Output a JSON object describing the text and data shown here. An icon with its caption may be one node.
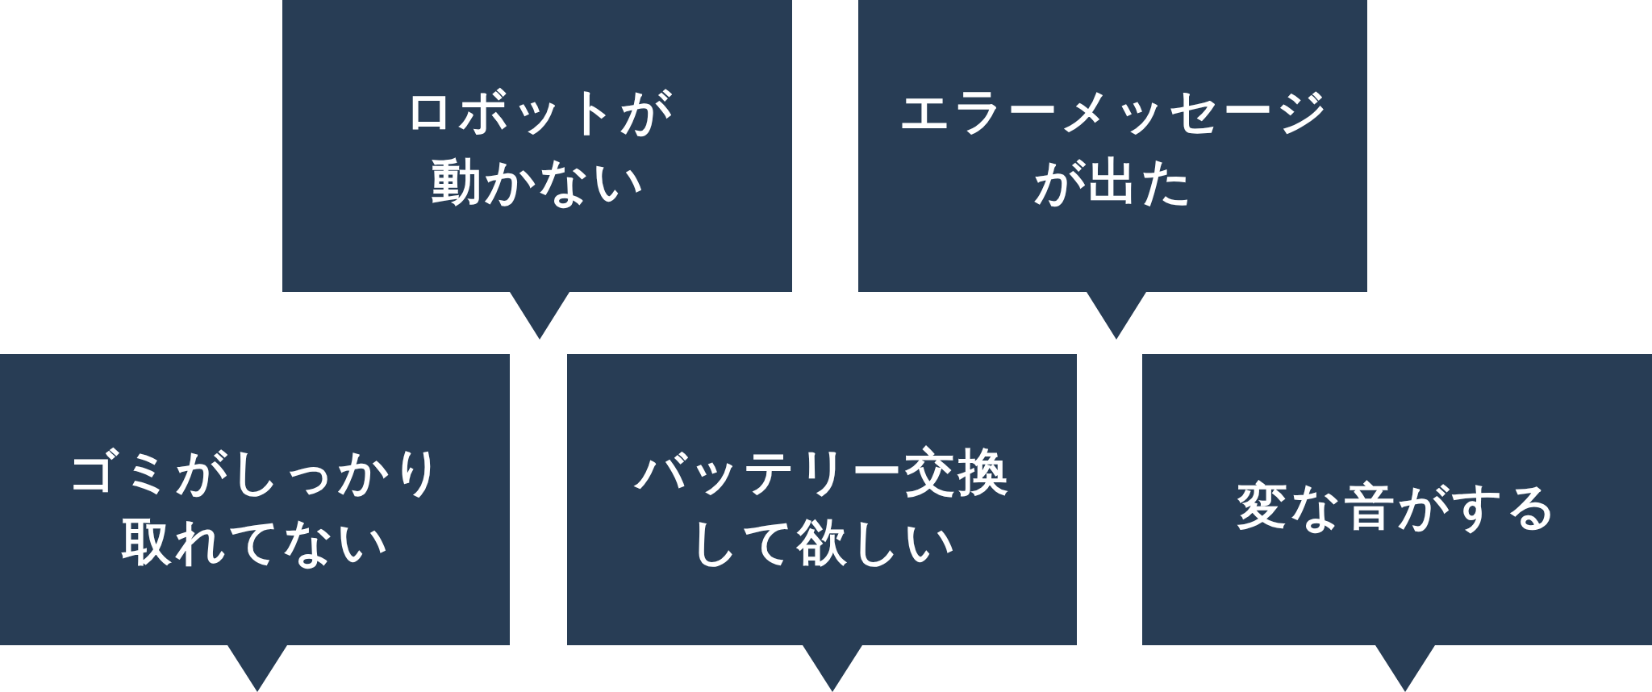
{
  "diagram": {
    "nodes": [
      {
        "text": [
          "ロボットが動かない"
        ]
      },
      {
        "text": [
          "エラーメッセージが出た"
        ]
      },
      {
        "text": [
          "ゴミがしっかり取れてない"
        ]
      },
      {
        "text": [
          "バッテリー交換して欲しい"
        ]
      },
      {
        "text": [
          "変な音がする"
        ]
      }
    ]
  }
}
